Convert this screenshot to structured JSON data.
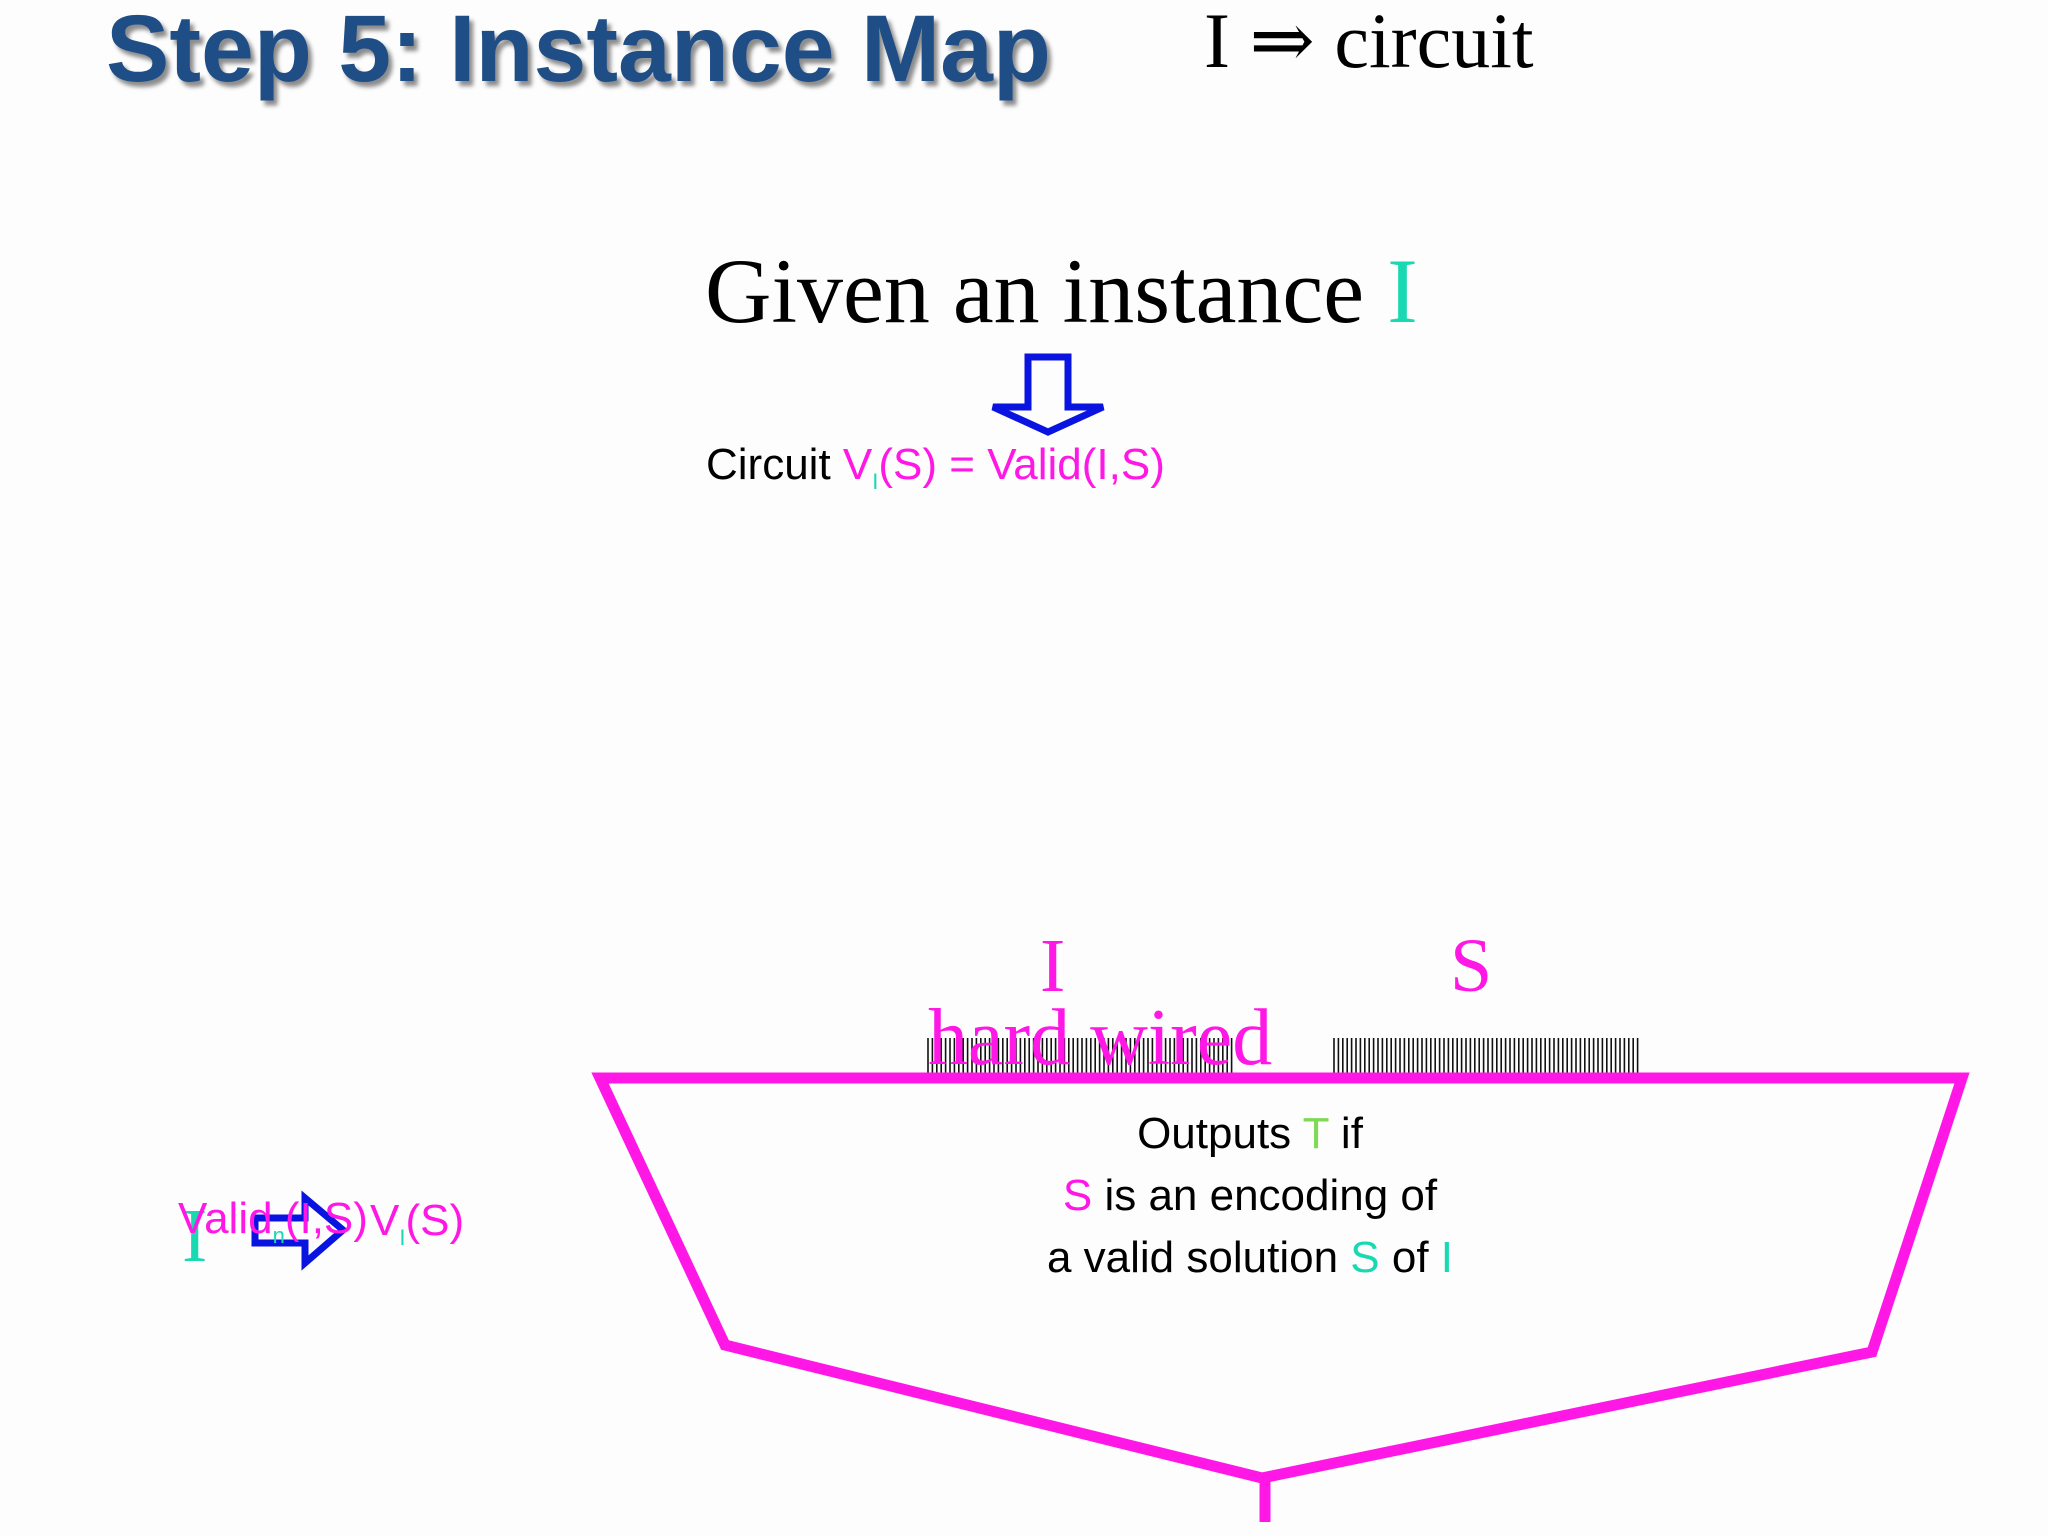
{
  "slide": {
    "title": "Step 5: Instance Map",
    "subtitle": "I ⇒ circuit",
    "given": {
      "text": "Given an instance ",
      "instance": "I"
    },
    "circuit_line": {
      "prefix": "Circuit ",
      "v": "V",
      "v_sub": "I",
      "rest": "(S) = Valid(I,S)"
    },
    "input_labels": {
      "instance": "I",
      "solution": "S",
      "hard_wired": "hard wired"
    },
    "description": {
      "line1_prefix": "Outputs ",
      "line1_T": "T",
      "line1_suffix": " if",
      "line2_S": "S",
      "line2_rest": " is an encoding of",
      "line3_prefix": "a valid solution ",
      "line3_S": "S",
      "line3_of": " of ",
      "line3_I": "I"
    },
    "bottom_left": {
      "instance": "I",
      "valid": "Valid",
      "valid_sub": "n",
      "valid_args": "(I,S)",
      "vi": "V",
      "vi_sub": "I",
      "vi_args": "(S)"
    },
    "colors": {
      "title": "#1f4e86",
      "magenta": "#ff17e6",
      "cyan": "#19d9b3",
      "green": "#7ed957",
      "arrow": "#0a14e0"
    },
    "icons": [
      "down-arrow-icon",
      "right-arrow-icon",
      "input-ticks"
    ]
  }
}
